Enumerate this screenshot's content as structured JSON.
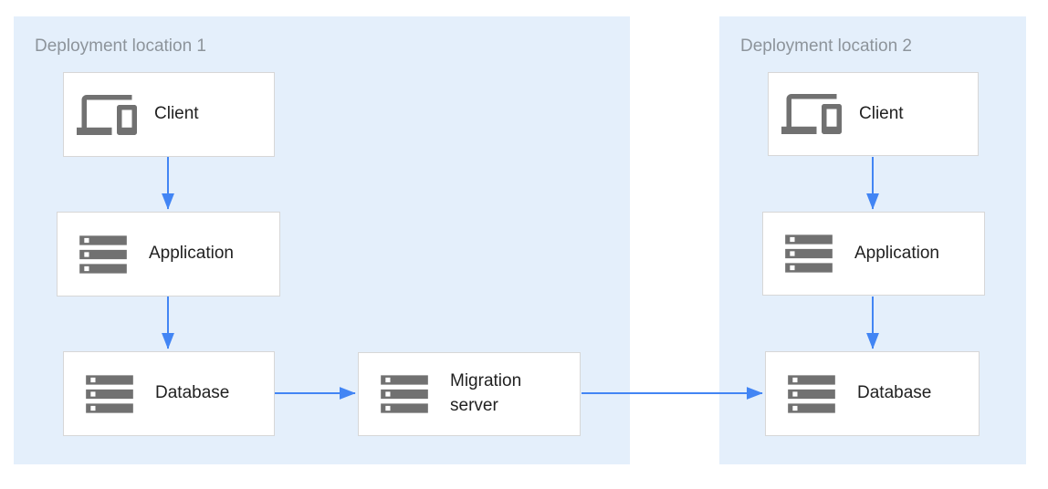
{
  "diagram": {
    "regions": [
      {
        "id": "deployment-location-1",
        "label": "Deployment location 1"
      },
      {
        "id": "deployment-location-2",
        "label": "Deployment location 2"
      }
    ],
    "nodes": {
      "client1": {
        "label": "Client",
        "icon": "devices-icon",
        "region": "deployment-location-1"
      },
      "app1": {
        "label": "Application",
        "icon": "storage-icon",
        "region": "deployment-location-1"
      },
      "db1": {
        "label": "Database",
        "icon": "storage-icon",
        "region": "deployment-location-1"
      },
      "migration": {
        "label": "Migration server",
        "icon": "storage-icon",
        "region": "deployment-location-1"
      },
      "client2": {
        "label": "Client",
        "icon": "devices-icon",
        "region": "deployment-location-2"
      },
      "app2": {
        "label": "Application",
        "icon": "storage-icon",
        "region": "deployment-location-2"
      },
      "db2": {
        "label": "Database",
        "icon": "storage-icon",
        "region": "deployment-location-2"
      }
    },
    "edges": [
      {
        "from": "client1",
        "to": "app1"
      },
      {
        "from": "app1",
        "to": "db1"
      },
      {
        "from": "db1",
        "to": "migration"
      },
      {
        "from": "migration",
        "to": "db2"
      },
      {
        "from": "client2",
        "to": "app2"
      },
      {
        "from": "app2",
        "to": "db2"
      }
    ],
    "colors": {
      "region_fill": "#e4effb",
      "arrow": "#4285f4",
      "icon_gray": "#717171",
      "region_label_text": "#8d949b",
      "node_text": "#212121",
      "node_border": "#d7d7d7",
      "canvas_bg": "#ffffff"
    }
  }
}
